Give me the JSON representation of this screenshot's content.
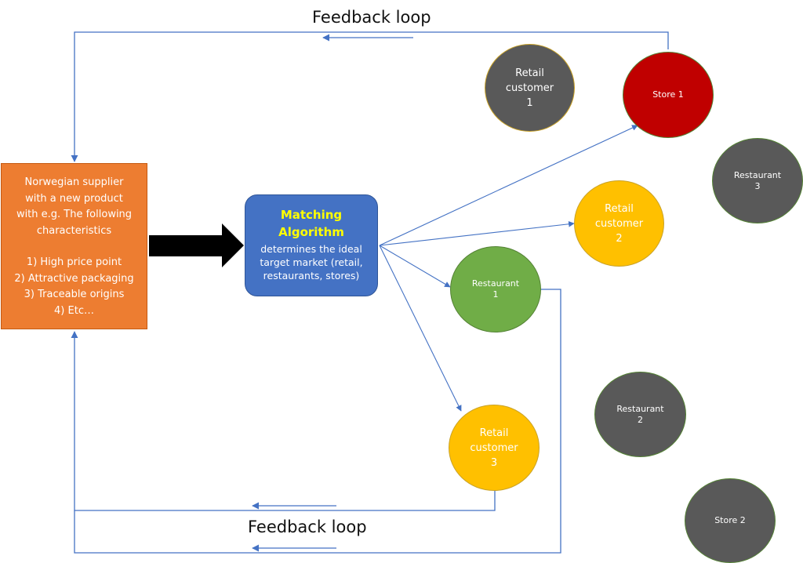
{
  "feedback_top": {
    "label": "Feedback loop"
  },
  "feedback_bottom": {
    "label": "Feedback loop"
  },
  "supplier": {
    "lines": [
      "Norwegian supplier",
      "with a new product",
      "with e.g. The following",
      "characteristics",
      "",
      "1)   High price point",
      "2)   Attractive packaging",
      "3)   Traceable origins",
      "4)   Etc…"
    ]
  },
  "algorithm": {
    "title_line1": "Matching",
    "title_line2": "Algorithm",
    "body": "determines the ideal target market (retail, restaurants, stores)"
  },
  "nodes": {
    "retail_customer_1": "Retail\ncustomer\n1",
    "store_1": "Store 1",
    "restaurant_3": "Restaurant\n3",
    "retail_customer_2": "Retail\ncustomer\n2",
    "restaurant_1": "Restaurant\n1",
    "restaurant_2": "Restaurant\n2",
    "retail_customer_3": "Retail\ncustomer\n3",
    "store_2": "Store 2"
  },
  "colors": {
    "supplier": "#ed7d31",
    "algorithm": "#4472c4",
    "algorithm_title": "#ffff00",
    "store_1": "#c00000",
    "retail_yellow": "#ffc000",
    "restaurant_1": "#70ad47",
    "inactive": "#595959",
    "connector": "#4472c4"
  }
}
